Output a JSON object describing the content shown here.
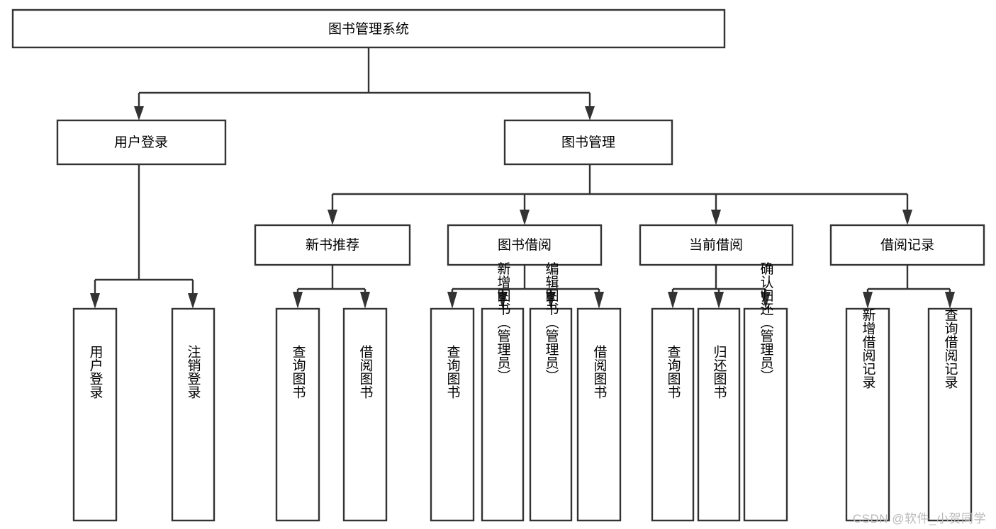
{
  "diagram": {
    "title": "图书管理系统",
    "type": "tree",
    "watermark": "CSDN @软件_小贺同学",
    "colors": {
      "box_stroke": "#333333",
      "box_fill": "#ffffff",
      "connector": "#333333",
      "text": "#000000",
      "watermark": "#b9b9b9",
      "background": "#ffffff"
    },
    "root": {
      "label": "图书管理系统"
    },
    "level1": [
      {
        "label": "用户登录"
      },
      {
        "label": "图书管理"
      }
    ],
    "level2": [
      {
        "label": "新书推荐",
        "parent": "图书管理"
      },
      {
        "label": "图书借阅",
        "parent": "图书管理"
      },
      {
        "label": "当前借阅",
        "parent": "图书管理"
      },
      {
        "label": "借阅记录",
        "parent": "图书管理"
      }
    ],
    "leaves": [
      {
        "label": "用户登录",
        "parent": "用户登录"
      },
      {
        "label": "注销登录",
        "parent": "用户登录"
      },
      {
        "label": "查询图书",
        "parent": "新书推荐"
      },
      {
        "label": "借阅图书",
        "parent": "新书推荐"
      },
      {
        "label": "查询图书",
        "parent": "图书借阅"
      },
      {
        "label": "新增图书（管理员）",
        "parent": "图书借阅"
      },
      {
        "label": "编辑图书（管理员）",
        "parent": "图书借阅"
      },
      {
        "label": "借阅图书",
        "parent": "图书借阅"
      },
      {
        "label": "查询图书",
        "parent": "当前借阅"
      },
      {
        "label": "归还图书",
        "parent": "当前借阅"
      },
      {
        "label": "确认归还（管理员）",
        "parent": "当前借阅"
      },
      {
        "label": "新增借阅记录",
        "parent": "借阅记录"
      },
      {
        "label": "查询借阅记录",
        "parent": "借阅记录"
      }
    ]
  }
}
